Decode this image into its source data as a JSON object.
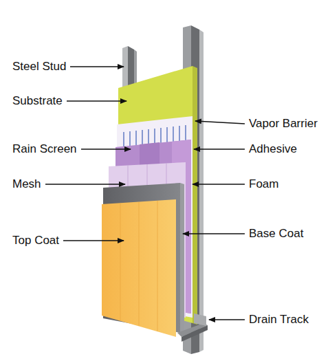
{
  "diagram": {
    "labels": [
      "Steel Stud",
      "Substrate",
      "Vapor Barrier",
      "Rain Screen",
      "Adhesive",
      "Mesh",
      "Foam",
      "Top Coat",
      "Base Coat",
      "Drain Track"
    ]
  }
}
